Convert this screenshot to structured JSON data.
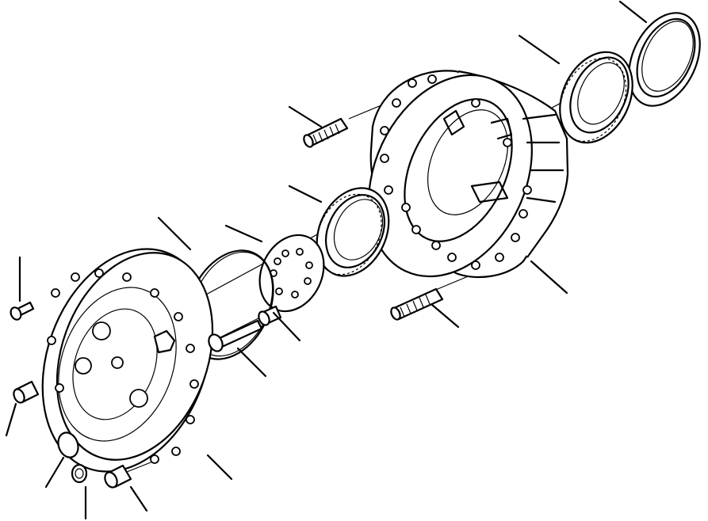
{
  "diagram": {
    "type": "exploded-parts-view",
    "parts": [
      {
        "id": "wheel-hub-housing",
        "icon": "hub-housing-icon"
      },
      {
        "id": "outer-seal-ring",
        "icon": "seal-ring-icon"
      },
      {
        "id": "outer-bearing",
        "icon": "bearing-icon"
      },
      {
        "id": "inner-bearing",
        "icon": "bearing-icon"
      },
      {
        "id": "hub-cover-plate",
        "icon": "cover-plate-icon"
      },
      {
        "id": "o-ring",
        "icon": "o-ring-icon"
      },
      {
        "id": "thrust-washer-plate",
        "icon": "perforated-plate-icon"
      },
      {
        "id": "stud-upper",
        "icon": "stud-icon"
      },
      {
        "id": "stud-lower",
        "icon": "stud-icon"
      },
      {
        "id": "bolt",
        "icon": "bolt-icon"
      },
      {
        "id": "bushing",
        "icon": "bushing-icon"
      },
      {
        "id": "screw",
        "icon": "screw-icon"
      },
      {
        "id": "dowel-pin",
        "icon": "pin-icon"
      },
      {
        "id": "plug",
        "icon": "plug-icon"
      },
      {
        "id": "nut",
        "icon": "nut-icon"
      },
      {
        "id": "breather-plug",
        "icon": "breather-icon"
      }
    ],
    "colors": {
      "line": "#000000",
      "background": "#ffffff"
    }
  }
}
